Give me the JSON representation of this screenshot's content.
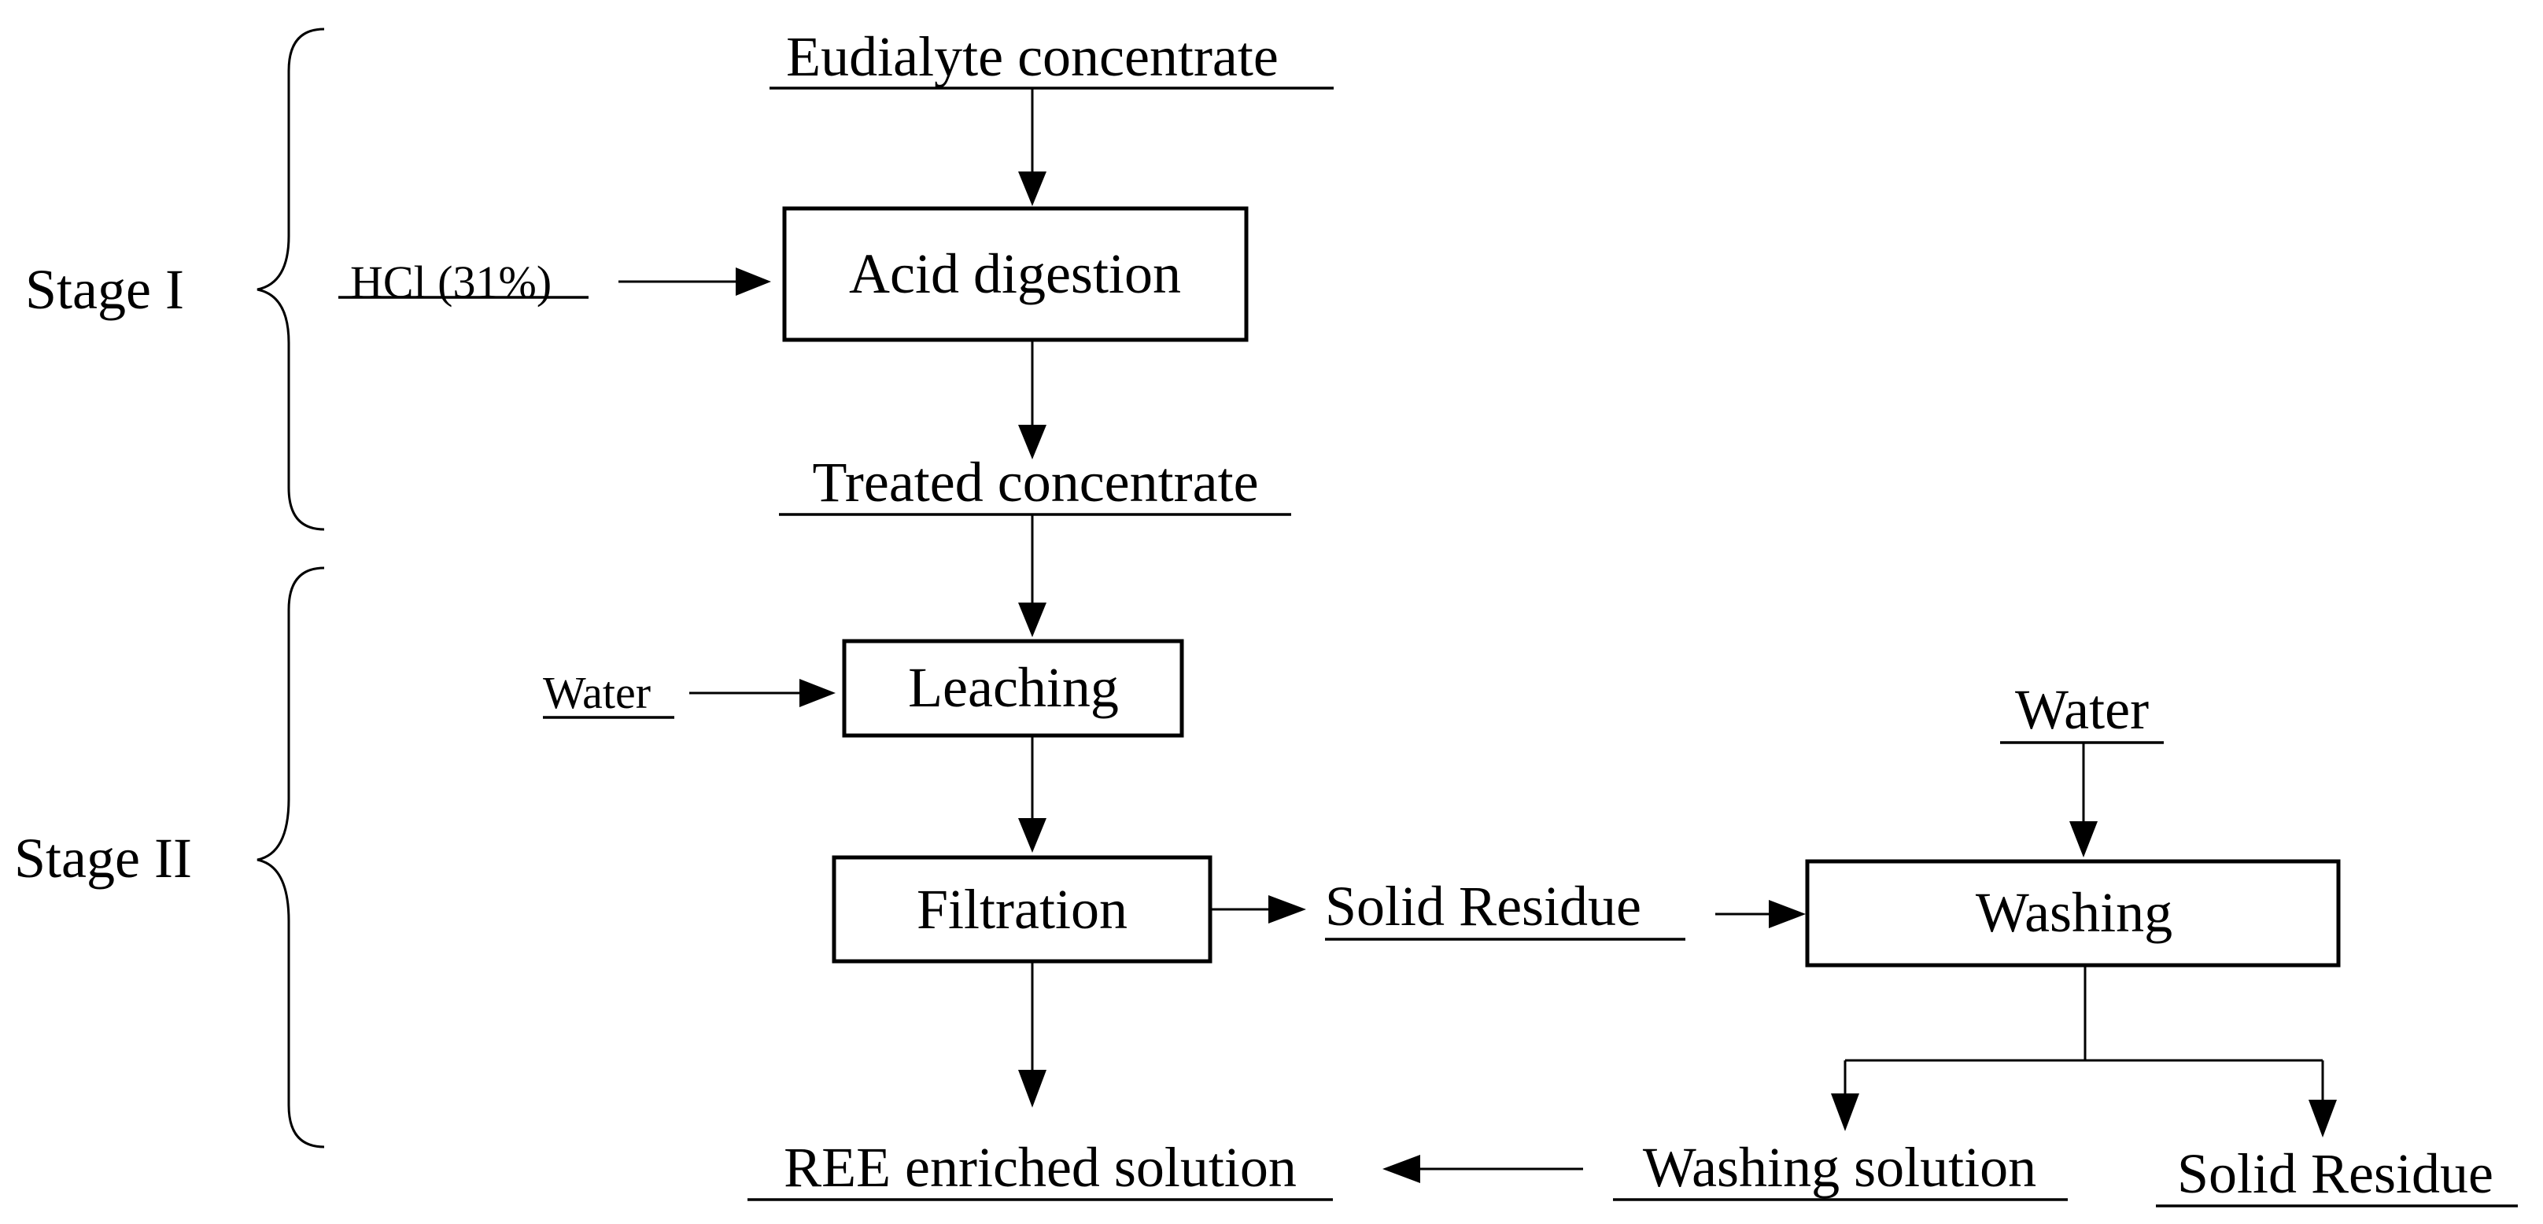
{
  "stages": {
    "stage1": "Stage I",
    "stage2": "Stage II"
  },
  "materials": {
    "eudialyte": "Eudialyte concentrate",
    "hcl": "HCl (31%)",
    "treated": "Treated concentrate",
    "water_leach": "Water",
    "solid_residue_mid": "Solid Residue",
    "water_wash": "Water",
    "ree_solution": "REE enriched solution",
    "washing_solution": "Washing solution",
    "solid_residue_final": "Solid Residue"
  },
  "processes": {
    "acid_digestion": "Acid digestion",
    "leaching": "Leaching",
    "filtration": "Filtration",
    "washing": "Washing"
  }
}
